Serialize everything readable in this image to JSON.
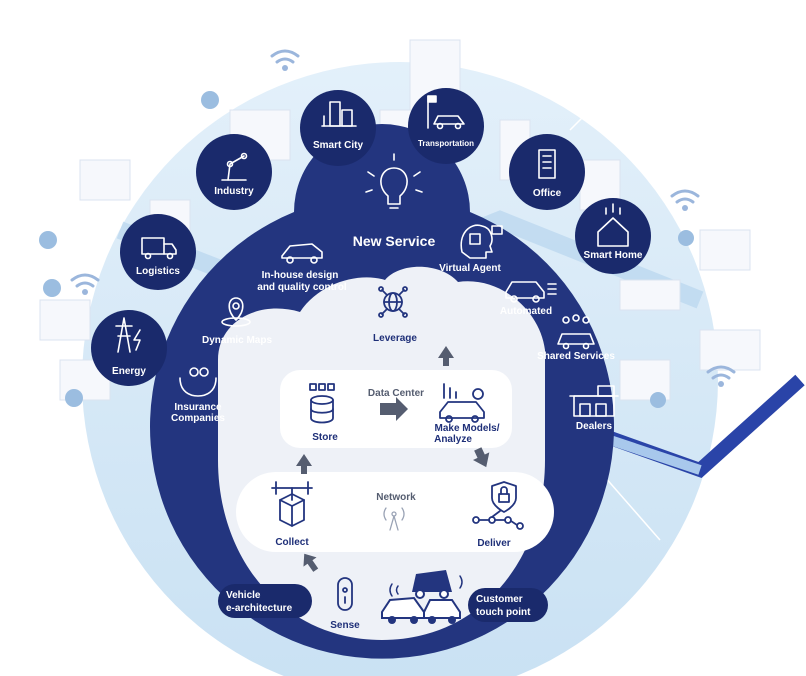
{
  "center": {
    "title": "New Service"
  },
  "outer_services": {
    "smart_city": "Smart City",
    "transportation": "Transportation",
    "office": "Office",
    "smart_home": "Smart Home",
    "industry": "Industry",
    "logistics": "Logistics",
    "energy": "Energy"
  },
  "ring_items": {
    "inhouse_1": "In-house design",
    "inhouse_2": "and quality control",
    "dynamic_maps": "Dynamic Maps",
    "insurance_1": "Insurance",
    "insurance_2": "Companies",
    "virtual_agent": "Virtual Agent",
    "automated": "Automated",
    "shared_services": "Shared Services",
    "dealers": "Dealers"
  },
  "cloud": {
    "leverage": "Leverage",
    "data_center": "Data Center",
    "store": "Store",
    "models_1": "Make Models/",
    "models_2": "Analyze",
    "network": "Network",
    "collect": "Collect",
    "deliver": "Deliver"
  },
  "bottom": {
    "vehicle_1": "Vehicle",
    "vehicle_2": "e-architecture",
    "sense": "Sense",
    "customer_1": "Customer",
    "customer_2": "touch point"
  },
  "colors": {
    "navy": "#23357f",
    "navy_dark": "#1a2a6c",
    "sky": "#d6e9f6",
    "cloud": "#eef1f7",
    "text_dark": "#1e2f78"
  }
}
